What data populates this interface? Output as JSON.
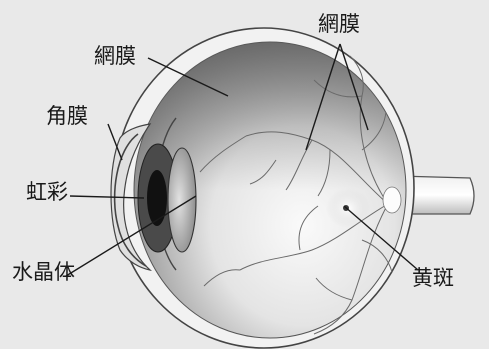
{
  "labels": {
    "retina_top": "網膜",
    "retina_left": "網膜",
    "cornea": "角膜",
    "iris": "虹彩",
    "lens": "水晶体",
    "macula": "黄斑"
  },
  "colors": {
    "background": "#e9e9e9",
    "eyeball_light": "#f7f7f7",
    "eyeball_dark": "#7d7d7d",
    "pupil": "#111111",
    "leader_line": "#1a1a1a"
  }
}
